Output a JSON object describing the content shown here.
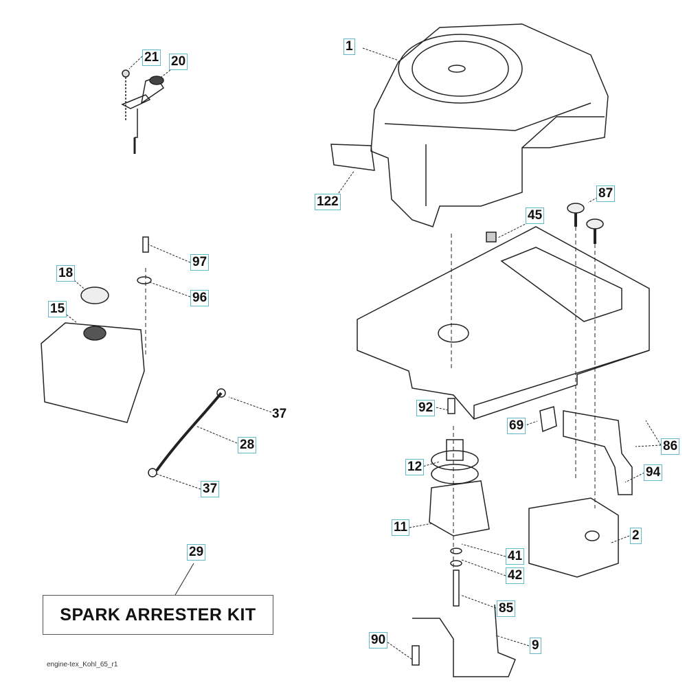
{
  "diagram": {
    "title": "Engine parts exploded view",
    "footer_label": "engine-tex_Kohl_65_r1",
    "kit_label": "SPARK ARRESTER KIT",
    "callout_border_color": "#5fb8c8",
    "callouts": {
      "c1": "1",
      "c2": "2",
      "c9": "9",
      "c11": "11",
      "c12": "12",
      "c15": "15",
      "c18": "18",
      "c20": "20",
      "c21": "21",
      "c28": "28",
      "c29": "29",
      "c37a": "37",
      "c37b": "37",
      "c41": "41",
      "c42": "42",
      "c45": "45",
      "c69": "69",
      "c85": "85",
      "c86": "86",
      "c87": "87",
      "c90": "90",
      "c92": "92",
      "c94": "94",
      "c96": "96",
      "c97": "97",
      "c122": "122"
    },
    "parts": [
      {
        "id": "1",
        "name": "engine"
      },
      {
        "id": "2",
        "name": "muffler"
      },
      {
        "id": "9",
        "name": "muffler-bracket-rod"
      },
      {
        "id": "11",
        "name": "electric-pto-clutch"
      },
      {
        "id": "12",
        "name": "engine-pulley"
      },
      {
        "id": "15",
        "name": "fuel-tank"
      },
      {
        "id": "18",
        "name": "fuel-cap"
      },
      {
        "id": "20",
        "name": "throttle-control"
      },
      {
        "id": "21",
        "name": "screw"
      },
      {
        "id": "28",
        "name": "fuel-line"
      },
      {
        "id": "29",
        "name": "spark-arrester-kit"
      },
      {
        "id": "37",
        "name": "hose-clamp"
      },
      {
        "id": "41",
        "name": "washer"
      },
      {
        "id": "42",
        "name": "lock-washer"
      },
      {
        "id": "45",
        "name": "nut"
      },
      {
        "id": "69",
        "name": "gasket"
      },
      {
        "id": "85",
        "name": "bolt"
      },
      {
        "id": "86",
        "name": "exhaust-bolts"
      },
      {
        "id": "87",
        "name": "flange-bolts"
      },
      {
        "id": "90",
        "name": "bolt"
      },
      {
        "id": "92",
        "name": "bolt"
      },
      {
        "id": "94",
        "name": "exhaust-pipe"
      },
      {
        "id": "96",
        "name": "washer"
      },
      {
        "id": "97",
        "name": "screw"
      },
      {
        "id": "122",
        "name": "heat-shield"
      }
    ]
  }
}
